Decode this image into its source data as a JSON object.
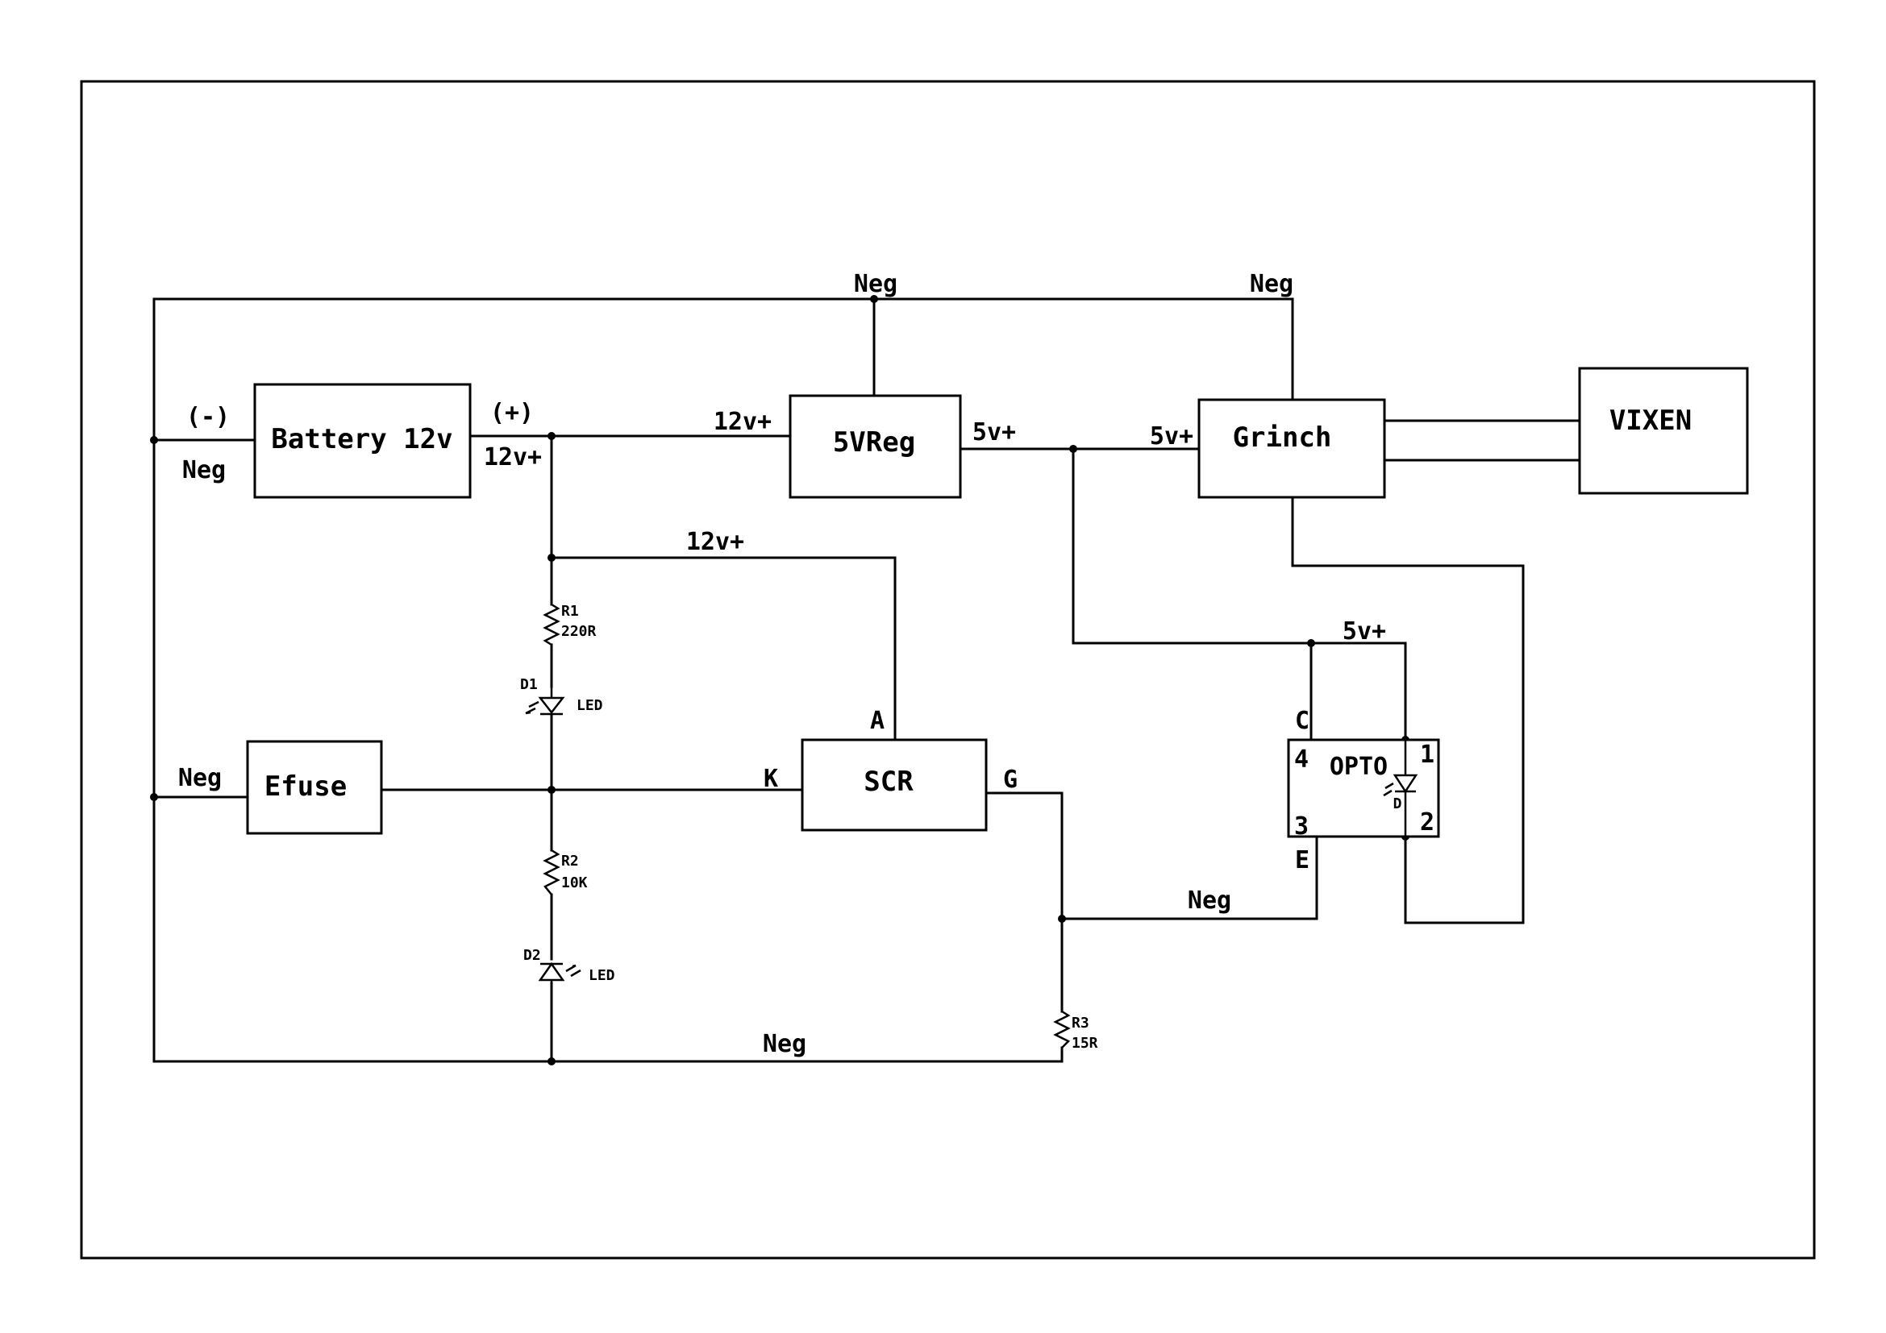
{
  "blocks": {
    "battery": "Battery 12v",
    "vreg": "5VReg",
    "grinch": "Grinch",
    "vixen": "VIXEN",
    "efuse": "Efuse",
    "scr": "SCR",
    "opto": "OPTO"
  },
  "nets": {
    "neg_top_1": "Neg",
    "neg_top_2": "Neg",
    "batt_minus": "(-)",
    "batt_neg": "Neg",
    "batt_plus": "(+)",
    "batt_12v": "12v+",
    "vreg_in": "12v+",
    "vreg_out": "5v+",
    "grinch_in": "5v+",
    "scr_anode_feed": "12v+",
    "opto_5v": "5v+",
    "efuse_neg": "Neg",
    "opto_neg": "Neg",
    "bottom_neg": "Neg"
  },
  "pins": {
    "scr_a": "A",
    "scr_k": "K",
    "scr_g": "G",
    "opto_c": "C",
    "opto_e": "E",
    "opto_4": "4",
    "opto_1": "1",
    "opto_3": "3",
    "opto_2": "2",
    "opto_d": "D"
  },
  "components": {
    "r1_ref": "R1",
    "r1_val": "220R",
    "d1_ref": "D1",
    "d1_val": "LED",
    "r2_ref": "R2",
    "r2_val": "10K",
    "d2_ref": "D2",
    "d2_val": "LED",
    "r3_ref": "R3",
    "r3_val": "15R"
  }
}
